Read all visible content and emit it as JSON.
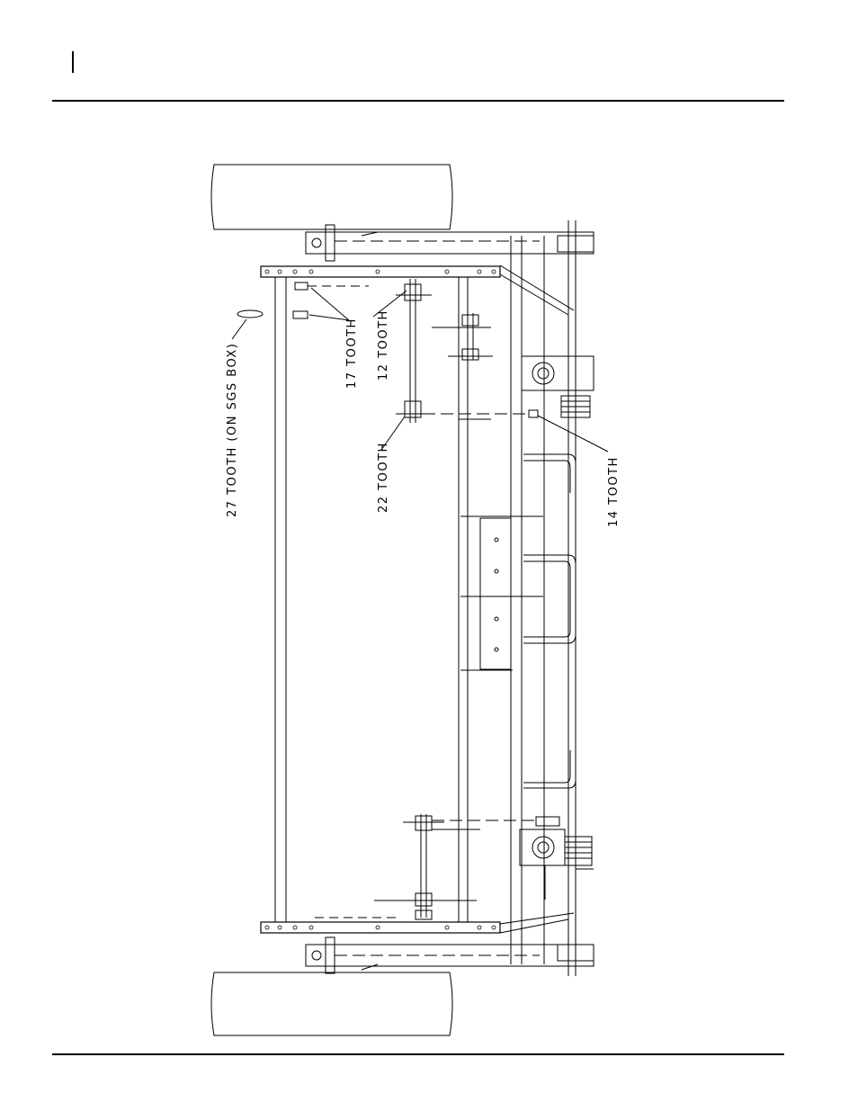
{
  "labels": {
    "tooth_27": "27 TOOTH (ON SGS BOX)",
    "tooth_17": "17 TOOTH",
    "tooth_12": "12 TOOTH",
    "tooth_22": "22 TOOTH",
    "tooth_14": "14 TOOTH"
  }
}
